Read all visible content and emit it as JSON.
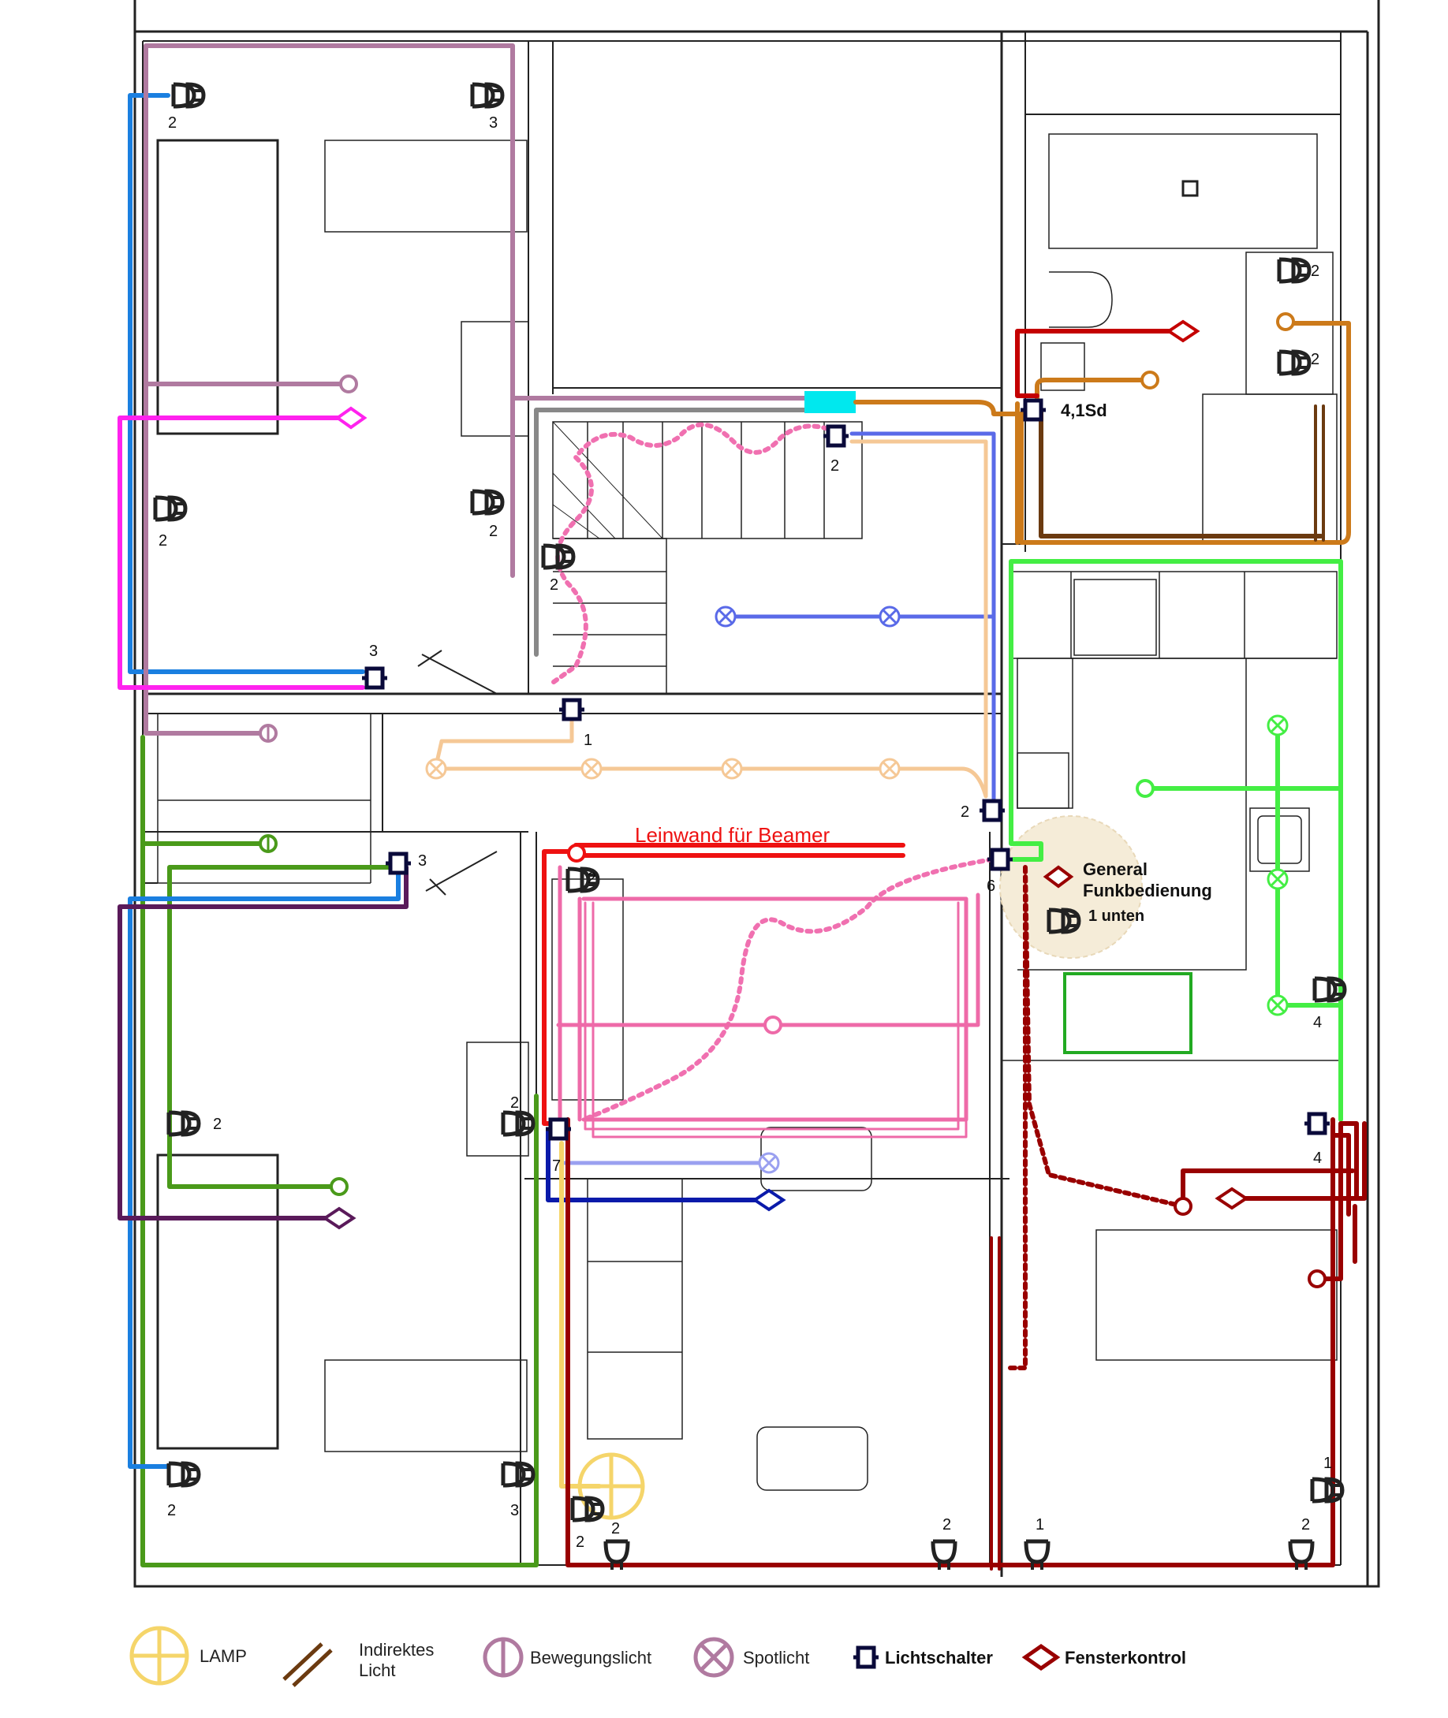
{
  "annotations": {
    "screen_label": "Leinwand für Beamer",
    "general_line1": "General",
    "general_line2": "Funkbedienung",
    "general_sub": "1 unten",
    "switch_bath": "4,1Sd"
  },
  "numbers": {
    "n1": "1",
    "n2": "2",
    "n3": "3",
    "n4": "4",
    "n6": "6",
    "n7": "7"
  },
  "legend": {
    "lamp": "LAMP",
    "indirect_line1": "Indirektes",
    "indirect_line2": "Licht",
    "motion": "Bewegungslicht",
    "spot": "Spotlicht",
    "switch": "Lichtschalter",
    "window": "Fensterkontrol"
  },
  "colors": {
    "wall": "#222222",
    "light_blue": "#1a7fe0",
    "mauve": "#b07aa0",
    "magenta": "#ff22ee",
    "grey": "#888888",
    "cyan": "#00e8ee",
    "orange": "#cc7a1a",
    "red_dark": "#c40000",
    "brown": "#6b3a10",
    "lavender_blue": "#5a6ae8",
    "peach": "#f5c896",
    "pink_dotted": "#f070b0",
    "green_bright": "#44ee44",
    "green_olive": "#4a9a1a",
    "purple": "#5a1a5a",
    "red": "#ee1111",
    "pink": "#ee6aa8",
    "navy": "#0a1aaa",
    "lilac": "#9aa0f0",
    "yellow": "#f5d56a",
    "maroon": "#990000",
    "switch": "#0a0a3a"
  }
}
